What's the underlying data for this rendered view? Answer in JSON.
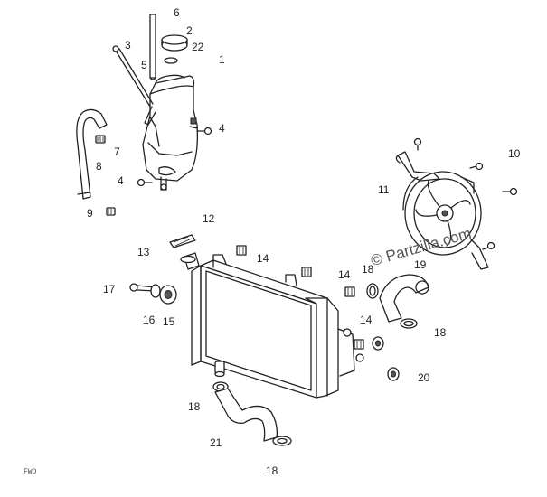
{
  "parts": [
    {
      "id": "label-1",
      "text": "1"
    },
    {
      "id": "label-2",
      "text": "2"
    },
    {
      "id": "label-3",
      "text": "3"
    },
    {
      "id": "label-4a",
      "text": "4"
    },
    {
      "id": "label-4b",
      "text": "4"
    },
    {
      "id": "label-5",
      "text": "5"
    },
    {
      "id": "label-6",
      "text": "6"
    },
    {
      "id": "label-7",
      "text": "7"
    },
    {
      "id": "label-8",
      "text": "8"
    },
    {
      "id": "label-9",
      "text": "9"
    },
    {
      "id": "label-10",
      "text": "10"
    },
    {
      "id": "label-11",
      "text": "11"
    },
    {
      "id": "label-12",
      "text": "12"
    },
    {
      "id": "label-13",
      "text": "13"
    },
    {
      "id": "label-14a",
      "text": "14"
    },
    {
      "id": "label-14b",
      "text": "14"
    },
    {
      "id": "label-14c",
      "text": "14"
    },
    {
      "id": "label-15",
      "text": "15"
    },
    {
      "id": "label-16",
      "text": "16"
    },
    {
      "id": "label-17",
      "text": "17"
    },
    {
      "id": "label-18a",
      "text": "18"
    },
    {
      "id": "label-18b",
      "text": "18"
    },
    {
      "id": "label-18c",
      "text": "18"
    },
    {
      "id": "label-18d",
      "text": "18"
    },
    {
      "id": "label-19",
      "text": "19"
    },
    {
      "id": "label-20",
      "text": "20"
    },
    {
      "id": "label-21",
      "text": "21"
    },
    {
      "id": "label-22",
      "text": "22"
    }
  ],
  "watermark": "© Partzilla.com",
  "corner_mark": "FWD"
}
